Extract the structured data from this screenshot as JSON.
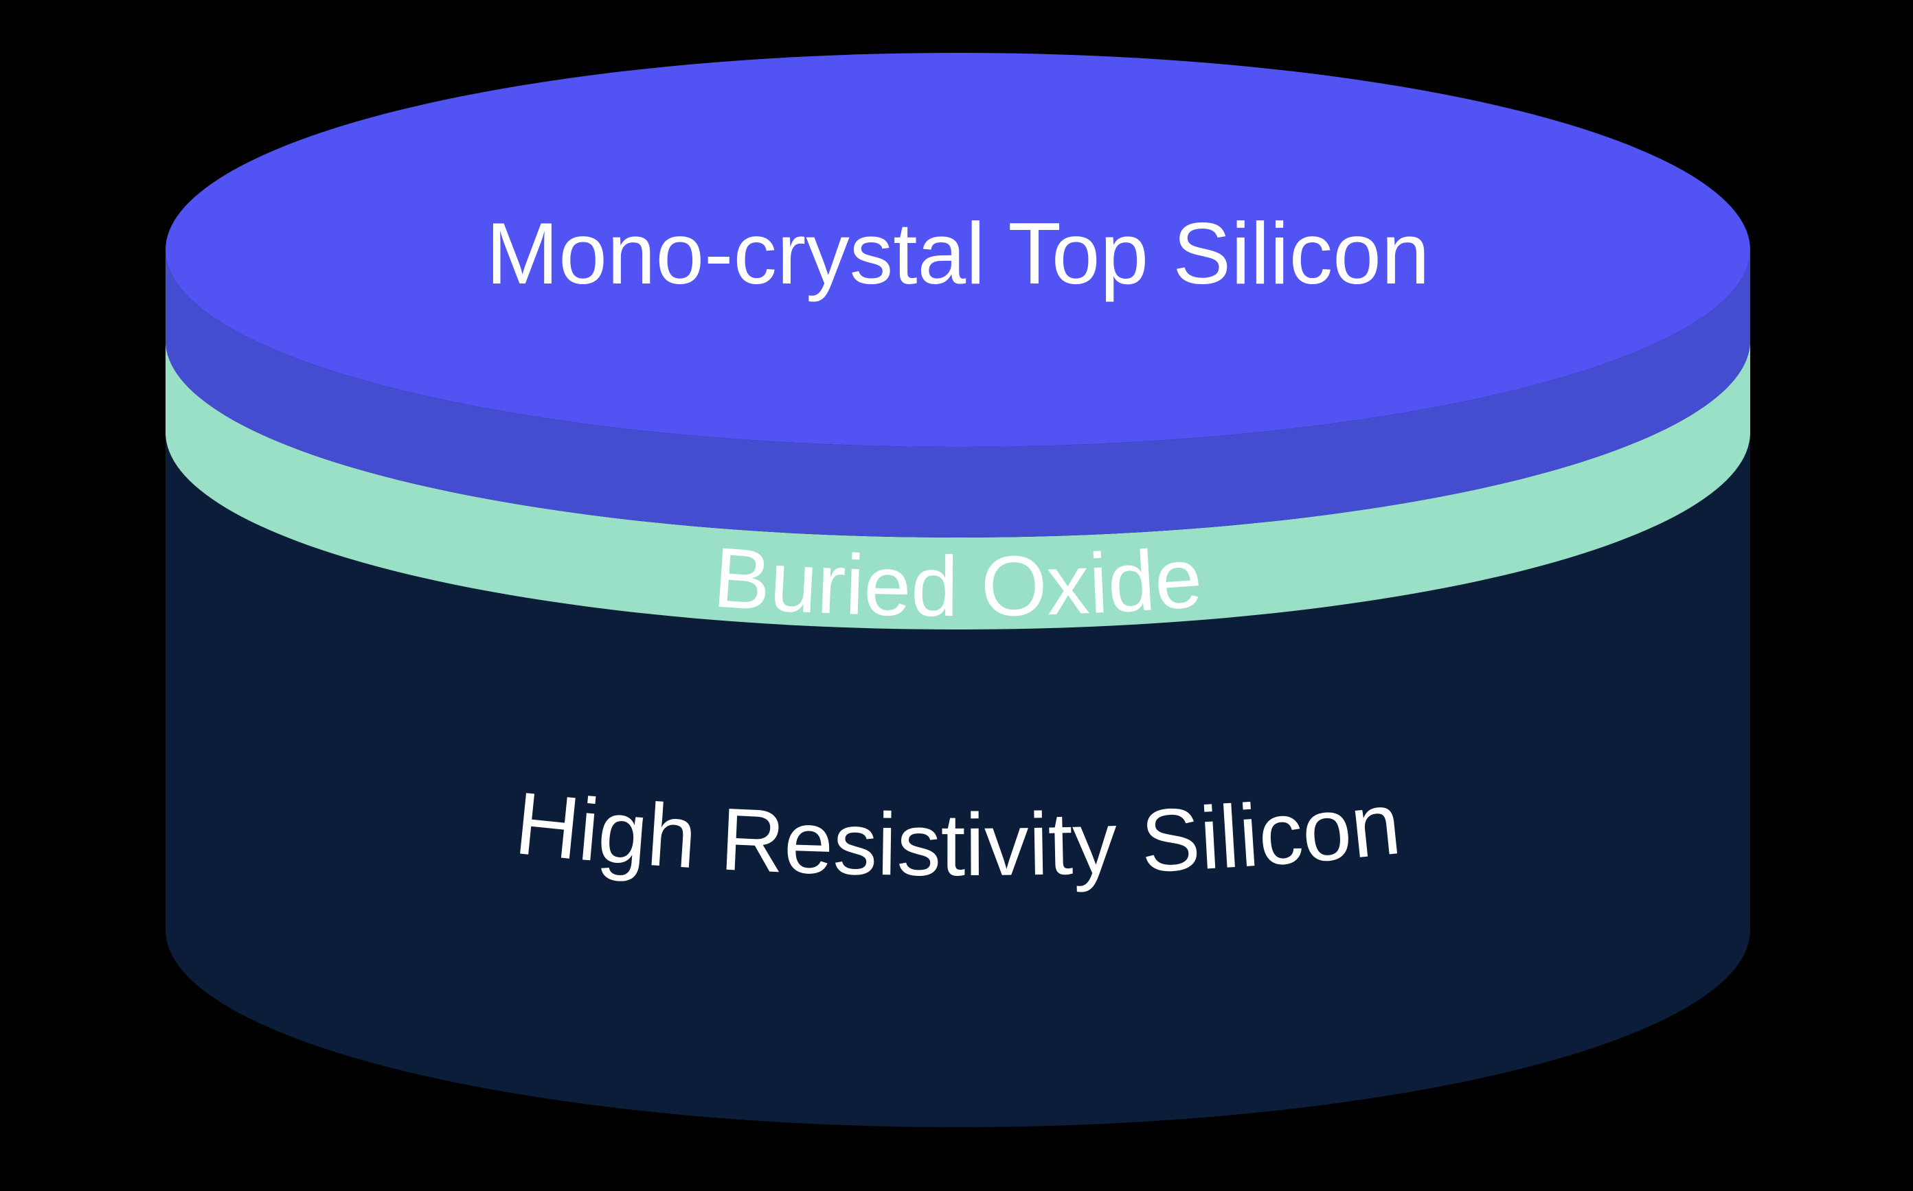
{
  "diagram": {
    "background_color": "#000000",
    "text_color": "#FFFFFF",
    "layers": [
      {
        "name": "mono-crystal-top-silicon",
        "label": "Mono-crystal Top Silicon",
        "face_color": "#5153F2",
        "side_color": "#444CD0"
      },
      {
        "name": "buried-oxide",
        "label": "Buried Oxide",
        "color": "#99E0C7"
      },
      {
        "name": "high-resistivity-silicon",
        "label": "High Resistivity Silicon",
        "color": "#0B1D39"
      }
    ]
  }
}
